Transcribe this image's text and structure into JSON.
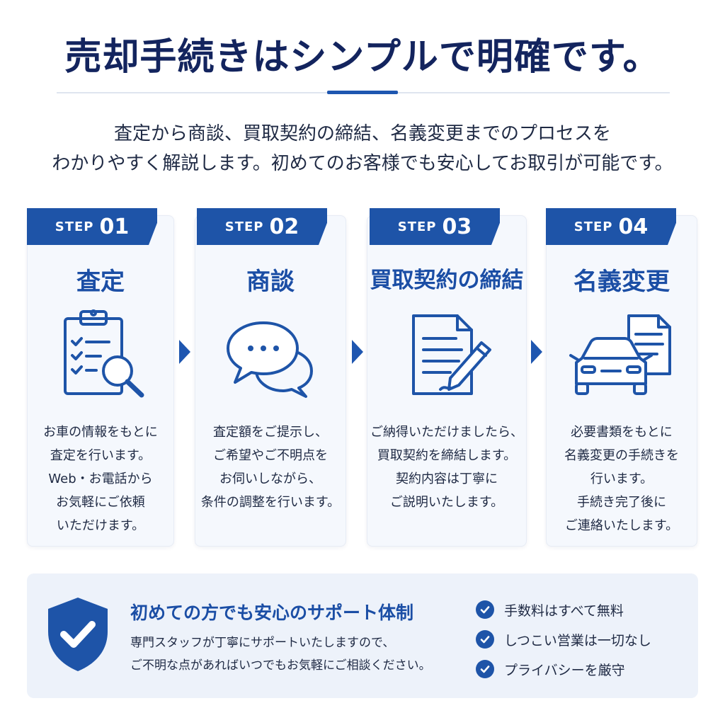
{
  "header": {
    "title": "売却手続きはシンプルで明確です。",
    "intro_line1": "査定から商談、買取契約の締結、名義変更までのプロセスを",
    "intro_line2": "わかりやすく解説します。初めてのお客様でも安心してお取引が可能です。"
  },
  "steps": [
    {
      "step_label": "STEP",
      "step_num": "01",
      "title": "査定",
      "icon": "clipboard-magnifier-icon",
      "desc": [
        "お車の情報をもとに",
        "査定を行います。",
        "Web・お電話から",
        "お気軽にご依頼",
        "いただけます。"
      ]
    },
    {
      "step_label": "STEP",
      "step_num": "02",
      "title": "商談",
      "icon": "chat-bubbles-icon",
      "desc": [
        "査定額をご提示し、",
        "ご希望やご不明点を",
        "お伺いしながら、",
        "条件の調整を行います。"
      ]
    },
    {
      "step_label": "STEP",
      "step_num": "03",
      "title": "買取契約の締結",
      "icon": "document-pen-icon",
      "desc": [
        "ご納得いただけましたら、",
        "買取契約を締結します。",
        "契約内容は丁寧に",
        "ご説明いたします。"
      ]
    },
    {
      "step_label": "STEP",
      "step_num": "04",
      "title": "名義変更",
      "icon": "car-document-icon",
      "desc": [
        "必要書類をもとに",
        "名義変更の手続きを",
        "行います。",
        "手続き完了後に",
        "ご連絡いたします。"
      ]
    }
  ],
  "support": {
    "icon": "shield-check-icon",
    "title": "初めての方でも安心のサポート体制",
    "body_line1": "専門スタッフが丁寧にサポートいたしますので、",
    "body_line2": "ご不明な点があればいつでもお気軽にご相談ください。",
    "checks": [
      "手数料はすべて無料",
      "しつこい営業は一切なし",
      "プライバシーを厳守"
    ]
  },
  "colors": {
    "primary": "#1e54a8",
    "title_navy": "#13245e",
    "card_bg": "#f5f8fd",
    "support_bg": "#edf2fa"
  }
}
